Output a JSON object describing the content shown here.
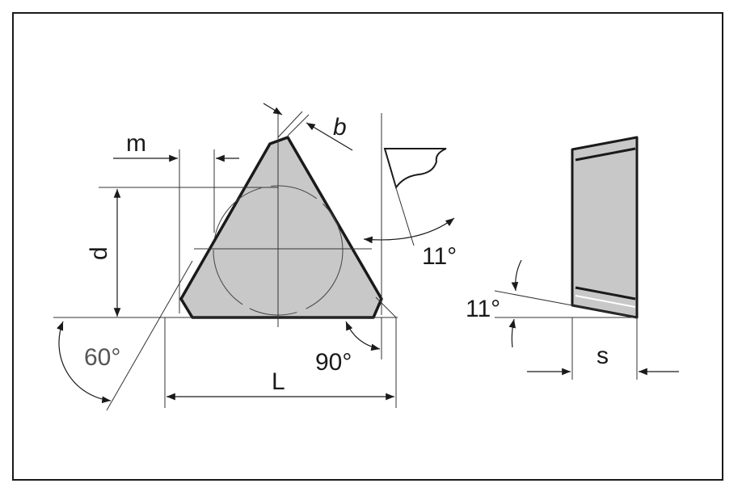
{
  "labels": {
    "b": "b",
    "m": "m",
    "d": "d",
    "angle_11_top": "11°",
    "angle_11_left": "11°",
    "angle_60": "60°",
    "angle_90": "90°",
    "L": "L",
    "s": "s"
  },
  "colors": {
    "insert_fill": "#c8c8c8",
    "line": "#1a1a1a",
    "thin_line": "#333333"
  }
}
